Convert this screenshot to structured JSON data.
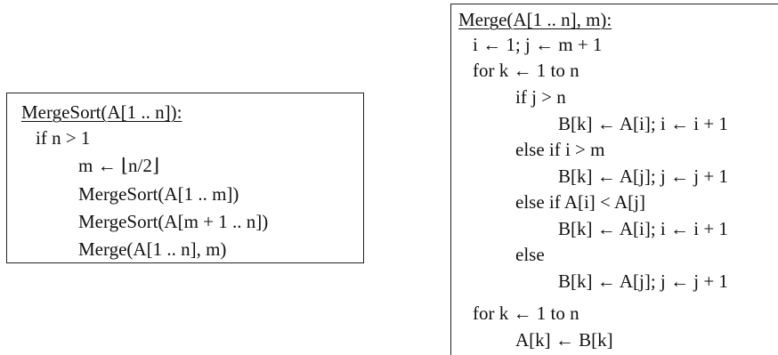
{
  "mergesort": {
    "title": "MergeSort(A[1 .. n]):",
    "lines": [
      "if n > 1",
      "m ← ⌊n/2⌋",
      "MergeSort(A[1 .. m])",
      "MergeSort(A[m + 1 .. n])",
      "Merge(A[1 .. n], m)"
    ]
  },
  "merge": {
    "title": "Merge(A[1 .. n], m):",
    "lines": [
      "i ← 1;  j ← m + 1",
      "for k ← 1 to n",
      "if j > n",
      "B[k] ← A[i];  i ← i + 1",
      "else if i > m",
      "B[k] ← A[j];  j ← j + 1",
      "else if A[i] < A[j]",
      "B[k] ← A[i];  i ← i + 1",
      "else",
      "B[k] ← A[j];  j ← j + 1",
      "for k ← 1 to n",
      "A[k] ← B[k]"
    ]
  }
}
